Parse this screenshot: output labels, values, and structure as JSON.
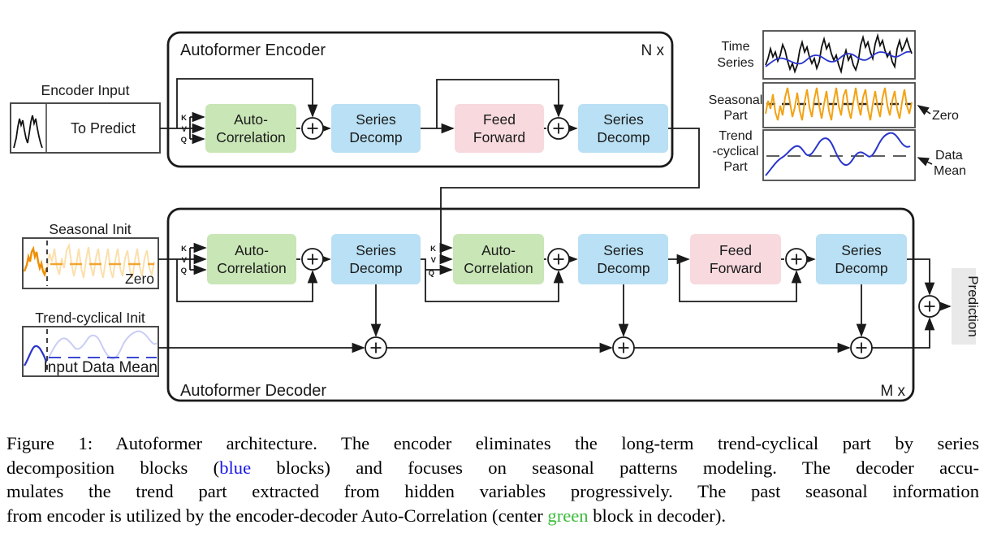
{
  "diagram": {
    "encoder": {
      "title": "Autoformer Encoder",
      "repeat": "N x"
    },
    "decoder": {
      "title": "Autoformer Decoder",
      "repeat": "M x"
    },
    "encoder_input": {
      "label": "Encoder Input",
      "box_text": "To Predict"
    },
    "seasonal_init": {
      "label": "Seasonal Init",
      "zero": "Zero"
    },
    "trend_init": {
      "label": "Trend-cyclical Init",
      "mean": "Input Data Mean"
    },
    "qkv": {
      "k": "K",
      "v": "V",
      "q": "Q"
    },
    "blocks": {
      "auto_correlation": {
        "line1": "Auto-",
        "line2": "Correlation"
      },
      "series_decomp": {
        "line1": "Series",
        "line2": "Decomp"
      },
      "feed_forward": {
        "line1": "Feed",
        "line2": "Forward"
      }
    },
    "legend": {
      "time_series": {
        "line1": "Time",
        "line2": "Series"
      },
      "seasonal_part": {
        "line1": "Seasonal",
        "line2": "Part"
      },
      "trend_part": {
        "line1": "Trend",
        "line2": "-cyclical",
        "line3": "Part"
      },
      "zero": "Zero",
      "data_mean": {
        "line1": "Data",
        "line2": "Mean"
      }
    },
    "prediction": "Prediction",
    "colors": {
      "auto_correlation_fill": "#c9e6b6",
      "series_decomp_fill": "#b9e0f4",
      "feed_forward_fill": "#f7d9de",
      "seasonal_orange": "#f2a315",
      "trend_blue": "#2a35cc",
      "prediction_bg": "#e9e9e9"
    }
  },
  "caption": {
    "l1": {
      "t1": "Figure 1: Autoformer architecture. The encoder eliminates the long-term trend-cyclical part by series"
    },
    "l2": {
      "t1": "decomposition blocks (",
      "blue": "blue",
      "t2": " blocks) and focuses on seasonal patterns modeling. The decoder accu-"
    },
    "l3": {
      "t1": "mulates the trend part extracted from hidden variables progressively. The past seasonal information"
    },
    "l4": {
      "t1": "from encoder is utilized by the encoder-decoder Auto-Correlation (center ",
      "green": "green",
      "t2": " block in decoder)."
    }
  }
}
